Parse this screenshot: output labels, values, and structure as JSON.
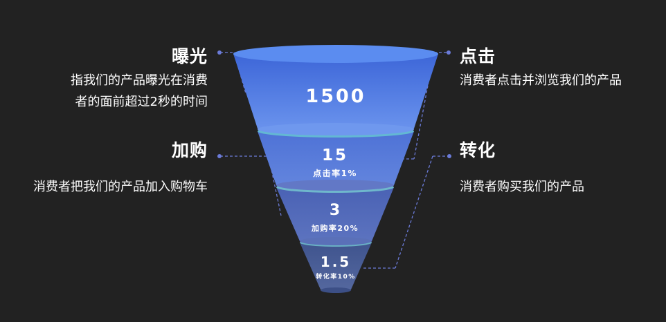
{
  "colors": {
    "background": "#222222",
    "stage1_top": "#5b8cf0",
    "stage1_body": "#3f6fdd",
    "stage2_top": "#63b8d3",
    "stage2_body": "#5573d0",
    "stage3_top": "#6fb8cc",
    "stage3_body": "#4f67b8",
    "stage4_top": "#69b0c4",
    "stage4_body": "#465a9a",
    "connector": "#6b7bd8"
  },
  "stages": {
    "exposure": {
      "title": "曝光",
      "desc_line1": "指我们的产品曝光在消费",
      "desc_line2": "者的面前超过2秒的时间",
      "value": "1500"
    },
    "click": {
      "title": "点击",
      "desc_line1": "消费者点击并浏览我们的产品",
      "value": "15",
      "rate": "点击率1%"
    },
    "add_to_cart": {
      "title": "加购",
      "desc_line1": "消费者把我们的产品加入购物车",
      "value": "3",
      "rate": "加购率20%"
    },
    "conversion": {
      "title": "转化",
      "desc_line1": "消费者购买我们的产品",
      "value": "1.5",
      "rate": "转化率10%"
    }
  }
}
